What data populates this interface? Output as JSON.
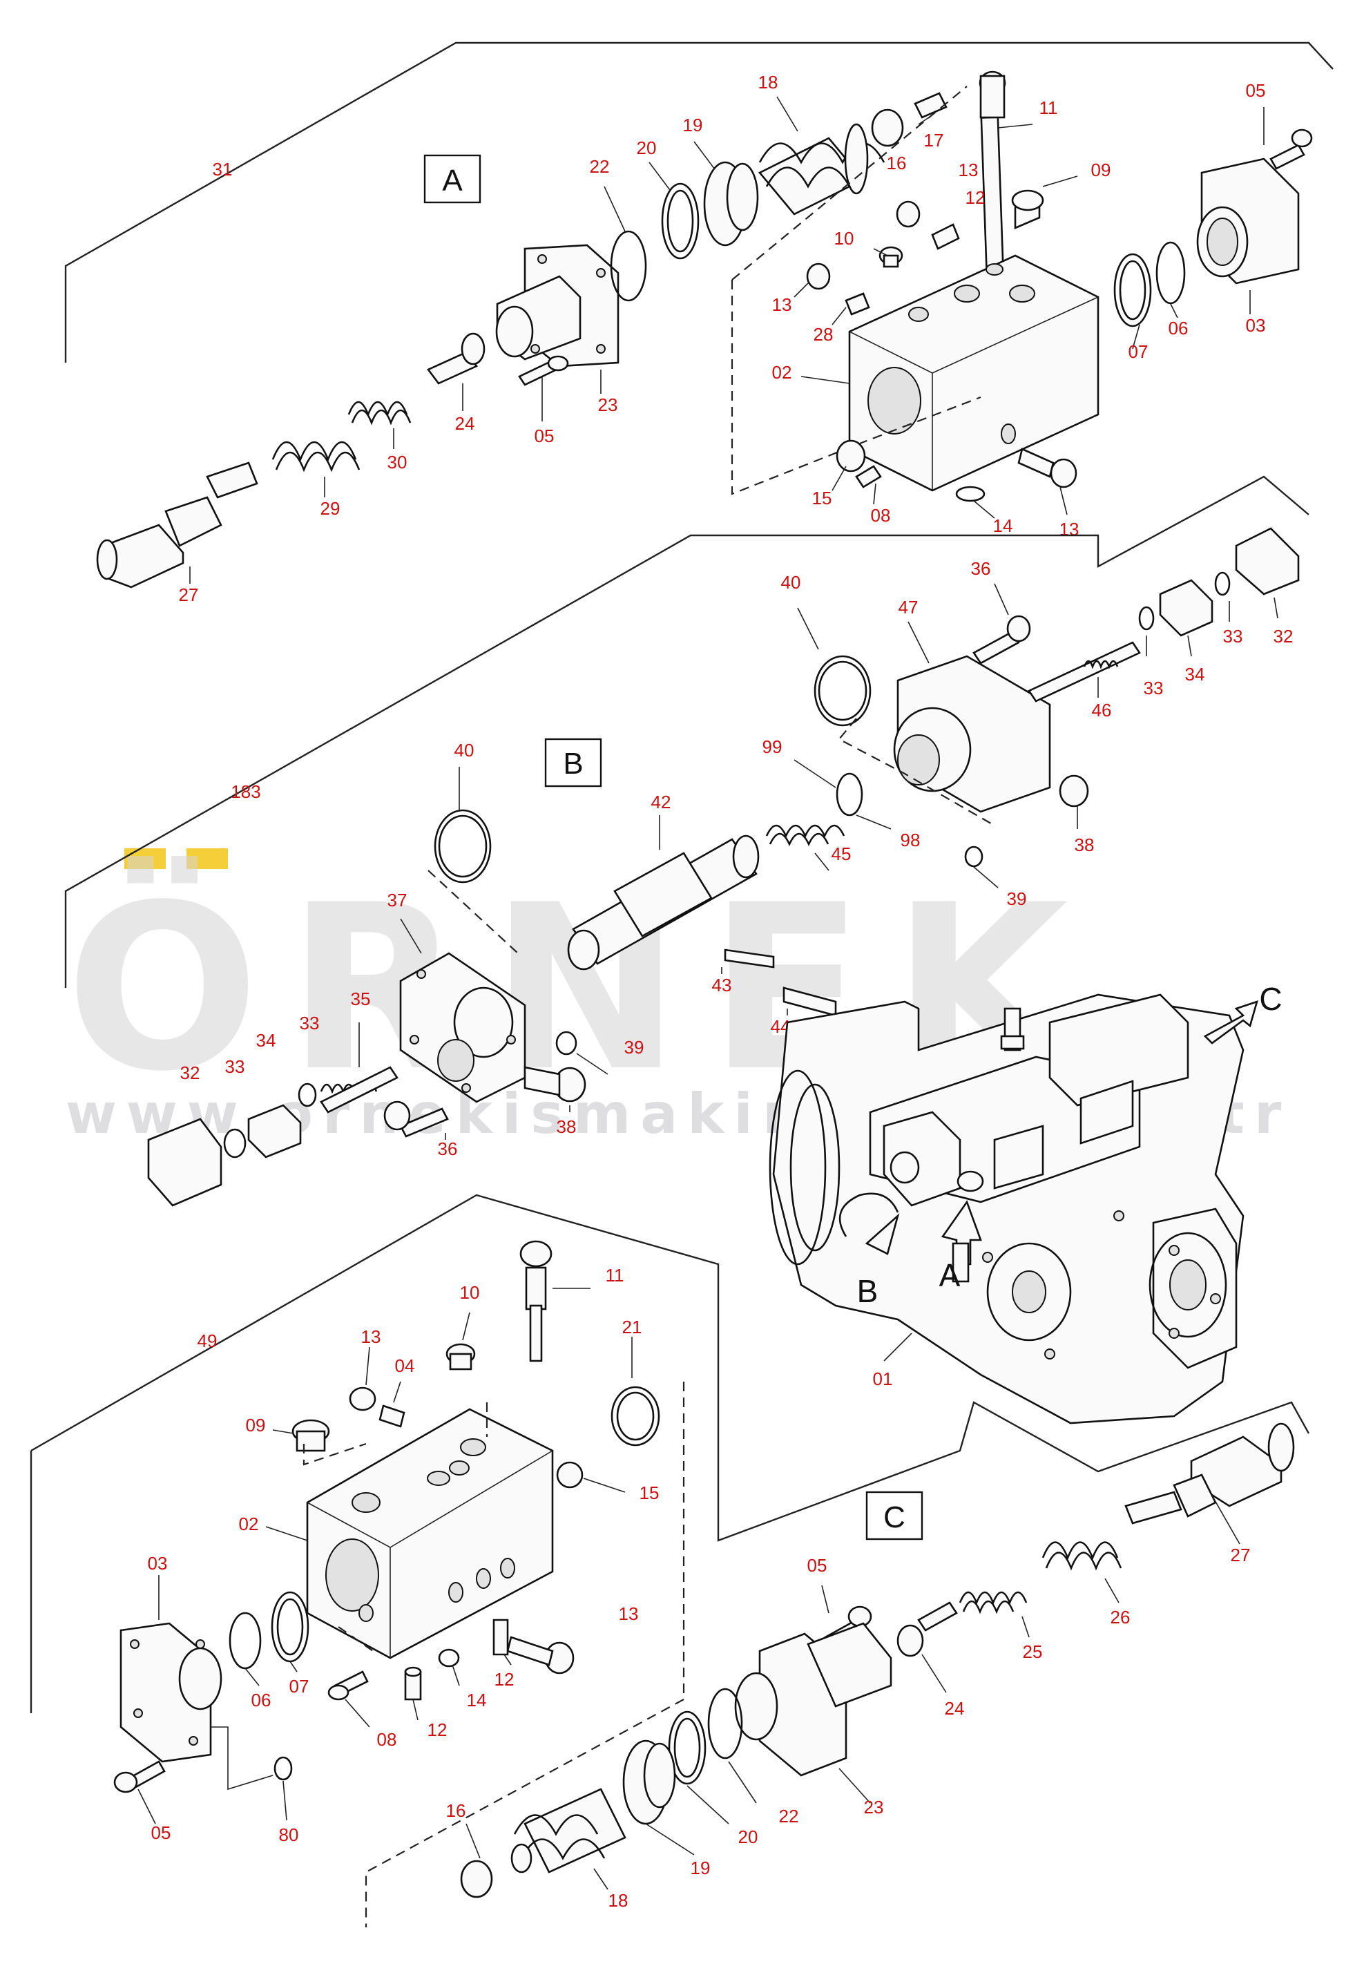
{
  "watermark": {
    "brand": "ÖRNEK",
    "url": "www.ornekismakinalari.com.tr",
    "accent": "#f5cf3a"
  },
  "sections": {
    "A": {
      "label": "A",
      "group_number": "31"
    },
    "B": {
      "label": "B",
      "group_number": "183"
    },
    "C": {
      "label": "C",
      "group_number": "49"
    }
  },
  "assembly": {
    "part_number": "01",
    "view_labels": [
      "A",
      "B",
      "C"
    ]
  },
  "callouts": {
    "a": [
      "18",
      "05",
      "11",
      "16",
      "17",
      "22",
      "20",
      "19",
      "13",
      "12",
      "09",
      "10",
      "13",
      "28",
      "02",
      "03",
      "07",
      "06",
      "15",
      "08",
      "14",
      "13",
      "24",
      "30",
      "23",
      "05",
      "29",
      "27"
    ],
    "b": [
      "40",
      "36",
      "47",
      "33",
      "34",
      "33",
      "32",
      "40",
      "46",
      "99",
      "42",
      "98",
      "45",
      "38",
      "37",
      "39",
      "35",
      "33",
      "34",
      "39",
      "43",
      "44",
      "32",
      "33",
      "38",
      "36"
    ],
    "c": [
      "11",
      "10",
      "21",
      "13",
      "04",
      "09",
      "15",
      "02",
      "13",
      "03",
      "12",
      "06",
      "07",
      "14",
      "08",
      "12",
      "05",
      "80",
      "05",
      "27",
      "24",
      "26",
      "25",
      "16",
      "22",
      "20",
      "23",
      "19",
      "18"
    ]
  },
  "colors": {
    "callout": "#cc1111",
    "line": "#222222"
  }
}
